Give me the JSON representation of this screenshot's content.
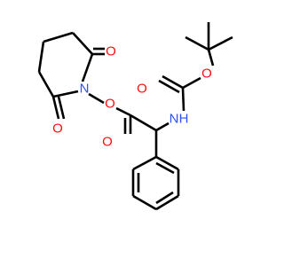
{
  "molecule": {
    "atoms": {
      "o_imide_top": {
        "symbol": "O",
        "color": "#ff0d0d"
      },
      "o_imide_bottom": {
        "symbol": "O",
        "color": "#ff0d0d"
      },
      "n_imide": {
        "symbol": "N",
        "color": "#3050f8"
      },
      "o_ester_link": {
        "symbol": "O",
        "color": "#ff0d0d"
      },
      "o_ester_carbonyl": {
        "symbol": "O",
        "color": "#ff0d0d"
      },
      "n_amide": {
        "symbol": "N",
        "color": "#3050f8"
      },
      "h_amide": {
        "symbol": "H",
        "color": "#3050f8"
      },
      "o_boc_carbonyl": {
        "symbol": "O",
        "color": "#ff0d0d"
      },
      "o_boc_link": {
        "symbol": "O",
        "color": "#ff0d0d"
      }
    }
  }
}
